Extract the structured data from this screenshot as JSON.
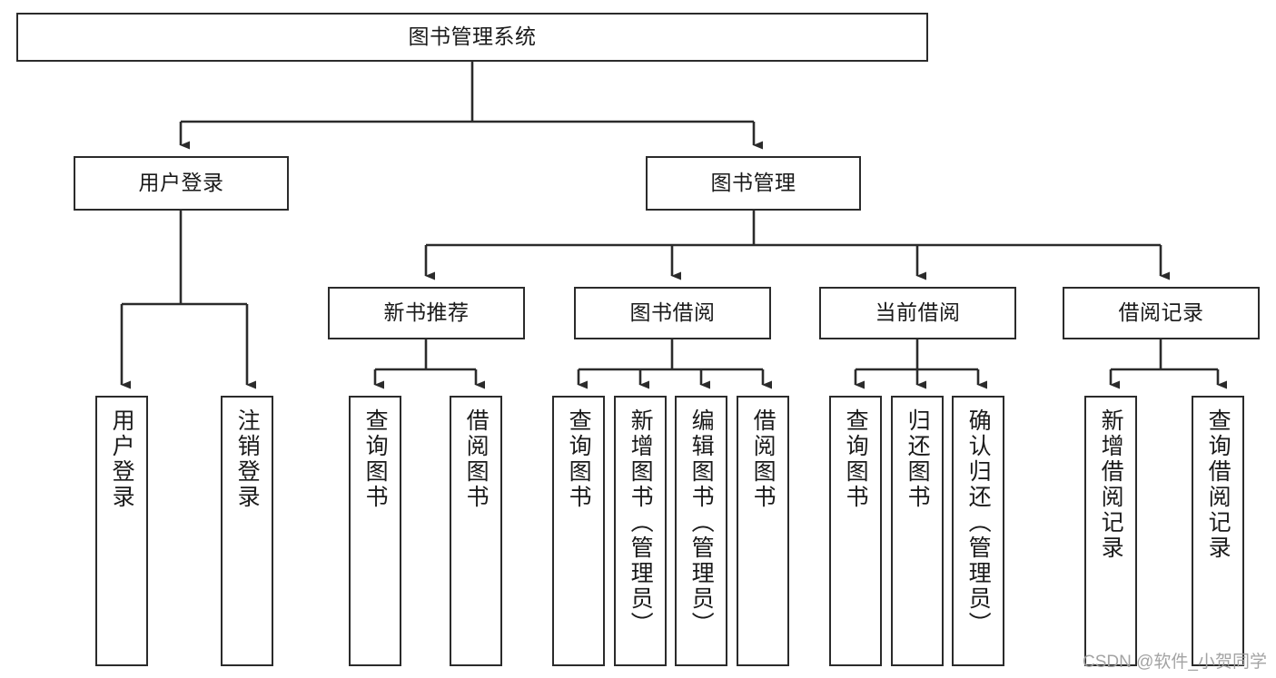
{
  "diagram": {
    "type": "tree-hierarchy-chart",
    "title": "图书管理系统",
    "colors": {
      "box_border": "#2b2b2b",
      "box_fill": "#ffffff",
      "edge": "#2b2b2b",
      "text": "#1a1a1a",
      "watermark": "#9f9f9f",
      "background": "#ffffff"
    },
    "watermark": "CSDN @软件_小贺同学",
    "nodes": {
      "root": {
        "label": "图书管理系统"
      },
      "level2": [
        {
          "id": "user-login",
          "label": "用户登录"
        },
        {
          "id": "book-manage",
          "label": "图书管理"
        }
      ],
      "level3": [
        {
          "id": "new-book-recommend",
          "label": "新书推荐"
        },
        {
          "id": "book-borrow",
          "label": "图书借阅"
        },
        {
          "id": "current-borrow",
          "label": "当前借阅"
        },
        {
          "id": "borrow-record",
          "label": "借阅记录"
        }
      ],
      "leaves": {
        "user-login": [
          {
            "id": "leaf-user-login",
            "label": "用户登录"
          },
          {
            "id": "leaf-user-logout",
            "label": "注销登录"
          }
        ],
        "new-book-recommend": [
          {
            "id": "leaf-query-book-1",
            "label": "查询图书"
          },
          {
            "id": "leaf-borrow-book-1",
            "label": "借阅图书"
          }
        ],
        "book-borrow": [
          {
            "id": "leaf-query-book-2",
            "label": "查询图书"
          },
          {
            "id": "leaf-add-book",
            "label": "新增图书（管理员）"
          },
          {
            "id": "leaf-edit-book",
            "label": "编辑图书（管理员）"
          },
          {
            "id": "leaf-borrow-book-2",
            "label": "借阅图书"
          }
        ],
        "current-borrow": [
          {
            "id": "leaf-query-book-3",
            "label": "查询图书"
          },
          {
            "id": "leaf-return-book",
            "label": "归还图书"
          },
          {
            "id": "leaf-confirm-return",
            "label": "确认归还（管理员）"
          }
        ],
        "borrow-record": [
          {
            "id": "leaf-add-record",
            "label": "新增借阅记录"
          },
          {
            "id": "leaf-query-record",
            "label": "查询借阅记录"
          }
        ]
      }
    }
  }
}
